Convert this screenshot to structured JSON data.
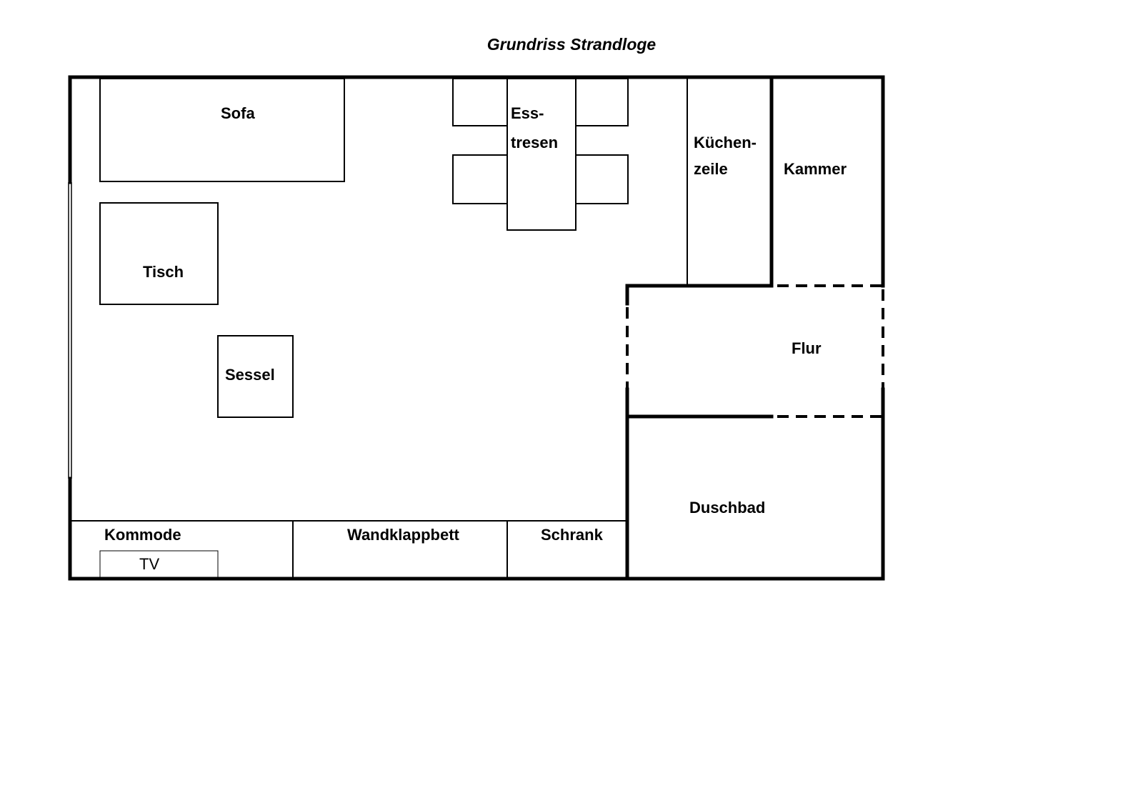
{
  "title": "Grundriss Strandloge",
  "colors": {
    "line": "#000000",
    "background": "#ffffff"
  },
  "labels": {
    "sofa": "Sofa",
    "esstresen_1": "Ess-",
    "esstresen_2": "tresen",
    "kuechenzeile_1": "Küchen-",
    "kuechenzeile_2": "zeile",
    "kammer": "Kammer",
    "tisch": "Tisch",
    "flur": "Flur",
    "sessel": "Sessel",
    "duschbad": "Duschbad",
    "kommode": "Kommode",
    "tv": "TV",
    "wandklappbett": "Wandklappbett",
    "schrank": "Schrank"
  }
}
